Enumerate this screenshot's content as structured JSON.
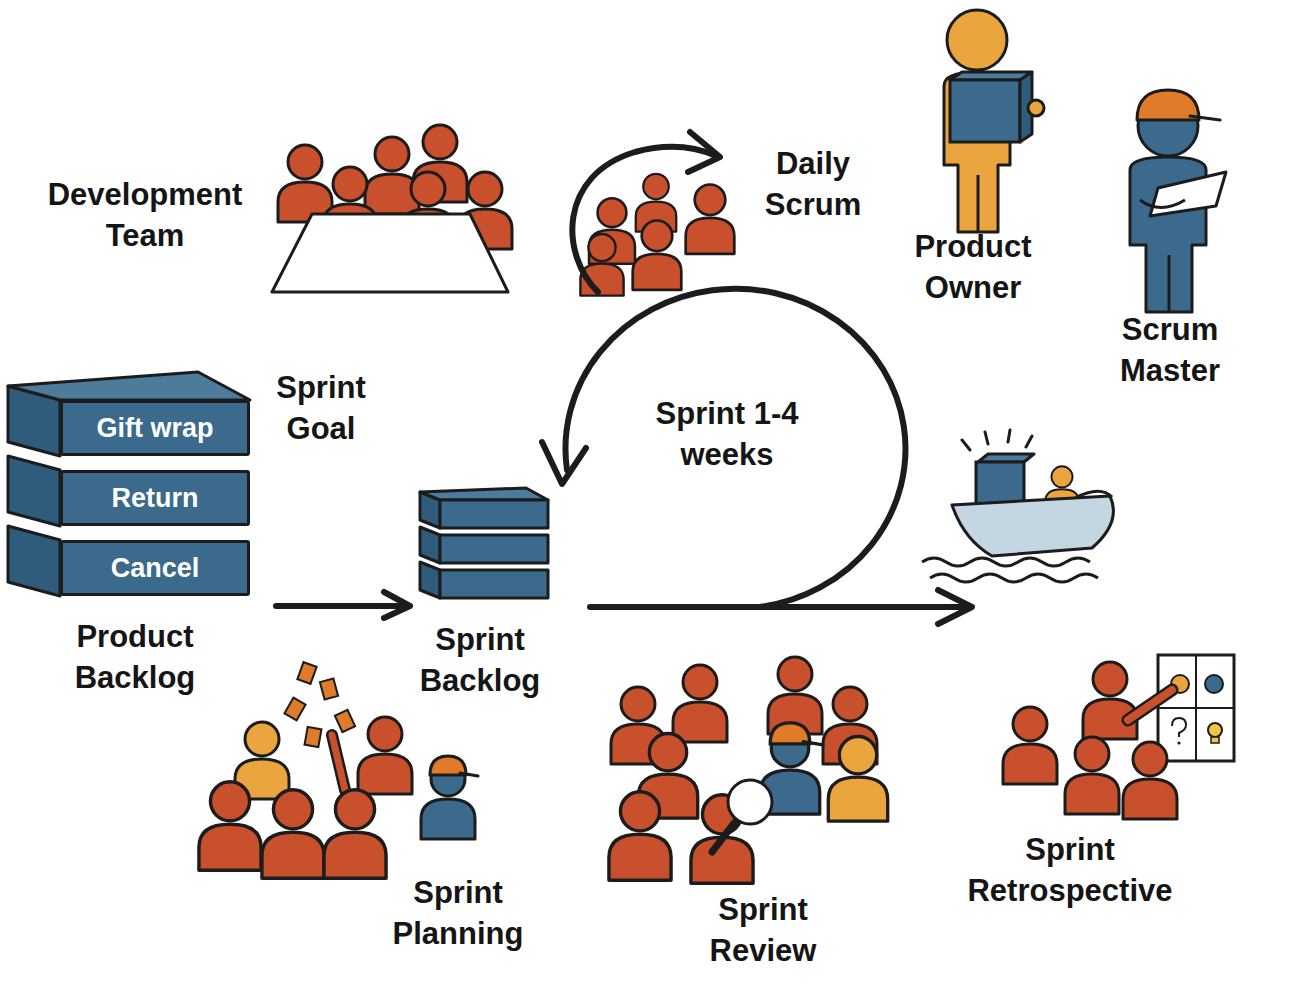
{
  "diagram": {
    "nodes": [
      {
        "text": [
          "Gift wrap"
        ]
      },
      {
        "text": [
          "Return"
        ]
      },
      {
        "text": [
          "Cancel"
        ]
      }
    ],
    "labels": [
      "Development Team",
      "Daily Scrum",
      "Product Owner",
      "Scrum Master",
      "Sprint Goal",
      "Sprint 1-4 weeks",
      "Product Backlog",
      "Sprint Backlog",
      "Sprint Planning",
      "Sprint Review",
      "Sprint Retrospective"
    ]
  }
}
